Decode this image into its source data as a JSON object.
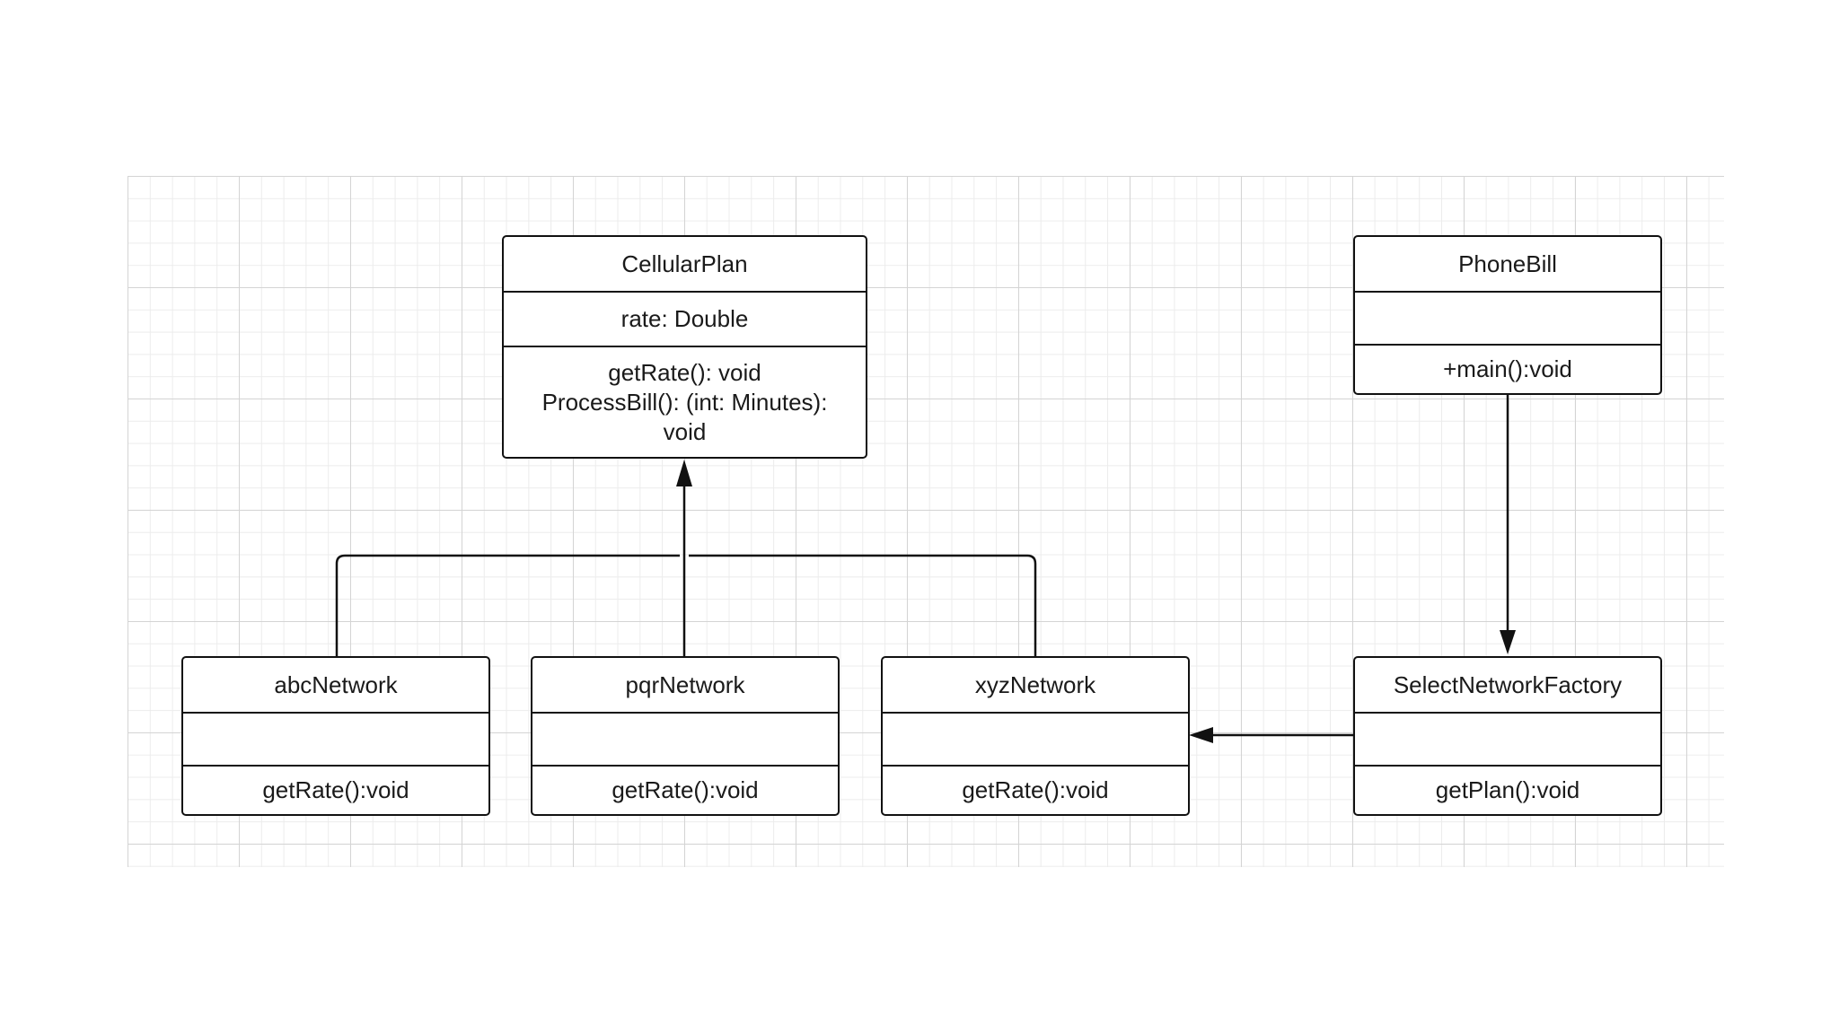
{
  "diagram": {
    "classes": {
      "cellular_plan": {
        "name": "CellularPlan",
        "attributes": [
          "rate: Double"
        ],
        "operations": [
          "getRate(): void",
          "ProcessBill(): (int: Minutes):",
          "void"
        ]
      },
      "phone_bill": {
        "name": "PhoneBill",
        "attributes": [],
        "operations": [
          "+main():void"
        ]
      },
      "abc_network": {
        "name": "abcNetwork",
        "attributes": [],
        "operations": [
          "getRate():void"
        ]
      },
      "pqr_network": {
        "name": "pqrNetwork",
        "attributes": [],
        "operations": [
          "getRate():void"
        ]
      },
      "xyz_network": {
        "name": "xyzNetwork",
        "attributes": [],
        "operations": [
          "getRate():void"
        ]
      },
      "select_network_factory": {
        "name": "SelectNetworkFactory",
        "attributes": [],
        "operations": [
          "getPlan():void"
        ]
      }
    },
    "relations": [
      {
        "type": "generalization",
        "from": "abcNetwork",
        "to": "CellularPlan"
      },
      {
        "type": "generalization",
        "from": "pqrNetwork",
        "to": "CellularPlan"
      },
      {
        "type": "generalization",
        "from": "xyzNetwork",
        "to": "CellularPlan"
      },
      {
        "type": "association",
        "from": "PhoneBill",
        "to": "SelectNetworkFactory"
      },
      {
        "type": "association",
        "from": "SelectNetworkFactory",
        "to": "xyzNetwork"
      }
    ],
    "colors": {
      "line": "#111111",
      "grid_major": "#d4d4d4",
      "grid_minor": "#ececec",
      "background": "#ffffff"
    }
  }
}
